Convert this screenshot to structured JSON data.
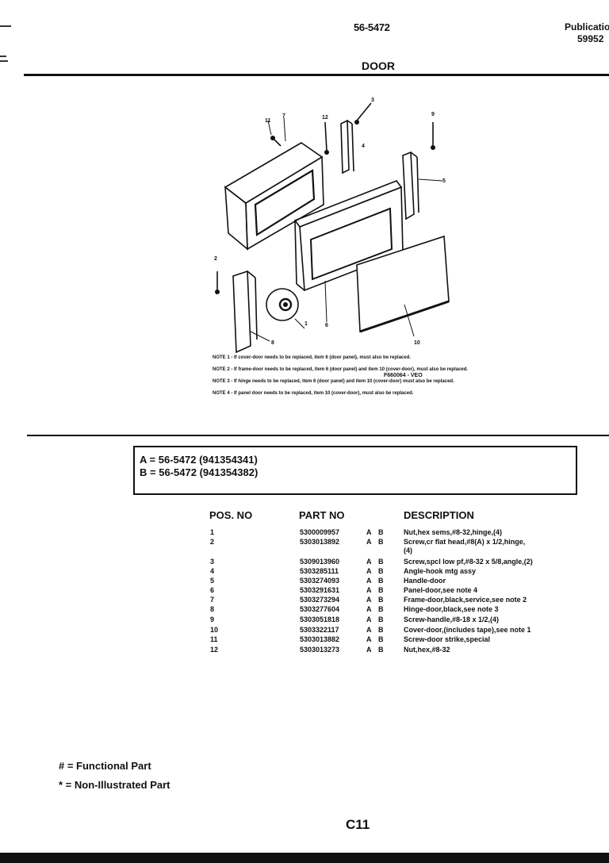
{
  "header": {
    "model": "56-5472",
    "publication_label": "Publicatio",
    "publication_number": "59952"
  },
  "section_title": "DOOR",
  "diagram": {
    "callouts": [
      "1",
      "2",
      "3",
      "4",
      "5",
      "6",
      "7",
      "8",
      "9",
      "10",
      "11",
      "12"
    ],
    "figure_code": "F660064 - VEO",
    "notes": [
      "NOTE 1 - If cover-door needs to be replaced, item 6 (door panel), must also be replaced.",
      "NOTE 2 - If frame-door needs to be replaced, item 6 (door panel) and item 10 (cover-door), must also be replaced.",
      "NOTE 3 - If hinge needs to be replaced, item 6 (door panel) and item 10 (cover-door) must also be replaced.",
      "NOTE 4 - If panel door needs to be replaced, item 10 (cover-door), must also be replaced."
    ]
  },
  "models": [
    {
      "code": "A",
      "sep": "=",
      "model": "56-5472",
      "number": "(941354341)"
    },
    {
      "code": "B",
      "sep": "=",
      "model": "56-5472",
      "number": "(941354382)"
    }
  ],
  "table": {
    "headers": {
      "pos": "POS. NO",
      "part": "PART NO",
      "desc": "DESCRIPTION"
    },
    "rows": [
      {
        "pos": "1",
        "part": "5300009957",
        "a": "A",
        "b": "B",
        "desc": "Nut,hex sems,#8-32,hinge,(4)"
      },
      {
        "pos": "2",
        "part": "5303013892",
        "a": "A",
        "b": "B",
        "desc": "Screw,cr flat head,#8(A) x 1/2,hinge,"
      },
      {
        "pos": "",
        "part": "",
        "a": "",
        "b": "",
        "desc": "(4)"
      },
      {
        "pos": "3",
        "part": "5309013960",
        "a": "A",
        "b": "B",
        "desc": "Screw,spcl low pf,#8-32 x 5/8,angle,(2)"
      },
      {
        "pos": "4",
        "part": "5303285111",
        "a": "A",
        "b": "B",
        "desc": "Angle-hook mtg assy"
      },
      {
        "pos": "5",
        "part": "5303274093",
        "a": "A",
        "b": "B",
        "desc": "Handle-door"
      },
      {
        "pos": "6",
        "part": "5303291631",
        "a": "A",
        "b": "B",
        "desc": "Panel-door,see note 4"
      },
      {
        "pos": "7",
        "part": "5303273294",
        "a": "A",
        "b": "B",
        "desc": "Frame-door,black,service,see note 2"
      },
      {
        "pos": "8",
        "part": "5303277604",
        "a": "A",
        "b": "B",
        "desc": "Hinge-door,black,see note 3"
      },
      {
        "pos": "9",
        "part": "5303051818",
        "a": "A",
        "b": "B",
        "desc": "Screw-handle,#8-18 x 1/2,(4)"
      },
      {
        "pos": "10",
        "part": "5303322117",
        "a": "A",
        "b": "B",
        "desc": "Cover-door,(includes tape),see note 1"
      },
      {
        "pos": "11",
        "part": "5303013882",
        "a": "A",
        "b": "B",
        "desc": "Screw-door strike,special"
      },
      {
        "pos": "12",
        "part": "5303013273",
        "a": "A",
        "b": "B",
        "desc": "Nut,hex,#8-32"
      }
    ]
  },
  "legend": {
    "functional": "# = Functional Part",
    "non_illustrated": "* = Non-Illustrated Part"
  },
  "page_number": "C11"
}
